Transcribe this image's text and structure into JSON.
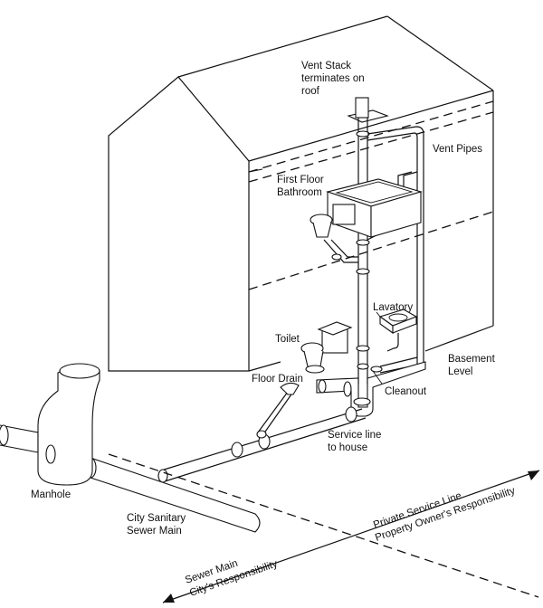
{
  "labels": {
    "vent_stack_1": "Vent Stack",
    "vent_stack_2": "terminates on",
    "vent_stack_3": "roof",
    "vent_pipes": "Vent Pipes",
    "first_floor_1": "First Floor",
    "first_floor_2": "Bathroom",
    "lavatory": "Lavatory",
    "toilet": "Toilet",
    "basement_1": "Basement",
    "basement_2": "Level",
    "floor_drain": "Floor Drain",
    "cleanout": "Cleanout",
    "service_line_1": "Service line",
    "service_line_2": "to house",
    "manhole": "Manhole",
    "sewer_main_1": "City Sanitary",
    "sewer_main_2": "Sewer Main",
    "private_1": "Private Service Line",
    "private_2": "Property Owner's Responsibility",
    "city_1": "Sewer Main",
    "city_2": "City's Responsibility"
  }
}
